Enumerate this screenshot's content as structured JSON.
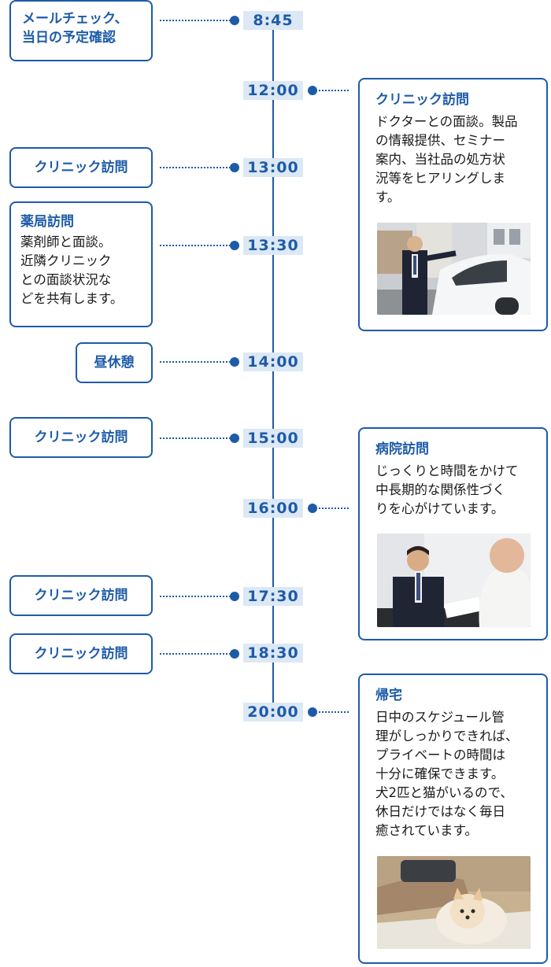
{
  "times": [
    "8:45",
    "12:00",
    "13:00",
    "13:30",
    "14:00",
    "15:00",
    "16:00",
    "17:30",
    "18:30",
    "20:00"
  ],
  "left_events": {
    "mail": "メールチェック、\n当日の予定確認",
    "clinic1": "クリニック訪問",
    "pharmacy_title": "薬局訪問",
    "pharmacy_body": "薬剤師と面談。\n近隣クリニック\nとの面談状況な\nどを共有します。",
    "lunch": "昼休憩",
    "clinic2": "クリニック訪問",
    "clinic3": "クリニック訪問",
    "clinic4": "クリニック訪問"
  },
  "right_events": {
    "clinic_title": "クリニック訪問",
    "clinic_body": "ドクターとの面談。製品\nの情報提供、セミナー\n案内、当社品の処方状\n況等をヒアリングしま\nす。",
    "hospital_title": "病院訪問",
    "hospital_body": "じっくりと時間をかけて\n中長期的な関係性づく\nりを心がけています。",
    "home_title": "帰宅",
    "home_body": "日中のスケジュール管\n理がしっかりできれば、\nプライベートの時間は\n十分に確保できます。\n犬2匹と猫がいるので、\n休日だけではなく毎日\n癒されています。"
  },
  "colors": {
    "accent": "#1d5ba8",
    "time_bg": "#dde8f5"
  }
}
